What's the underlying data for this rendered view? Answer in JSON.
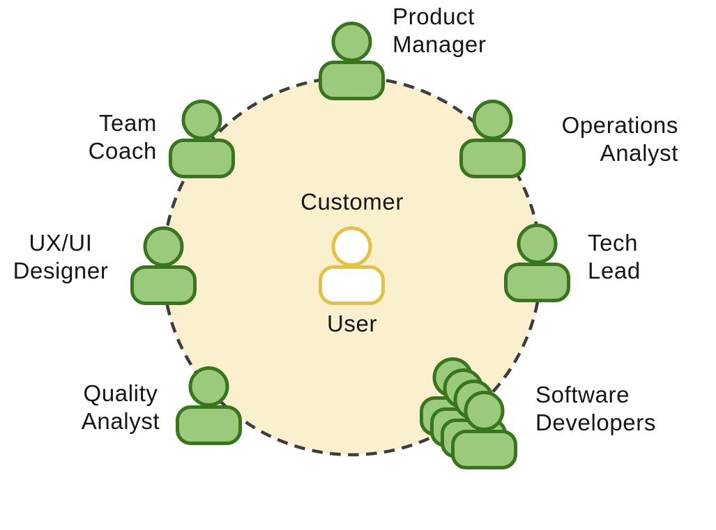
{
  "diagram_title": "team-roles-around-customer-circle",
  "colors": {
    "background": "#FFFFFF",
    "circle_fill": "#FBF0CE",
    "circle_dash": "#3D3D3D",
    "member_fill": "#9CCA7C",
    "member_stroke": "#38761D",
    "customer_fill": "#FFFFFF",
    "customer_stroke": "#E3C242",
    "label_text": "#151515"
  },
  "center": {
    "label_top": "Customer",
    "label_bottom": "User"
  },
  "roles": {
    "product_manager": {
      "line1": "Product",
      "line2": "Manager"
    },
    "operations_analyst": {
      "line1": "Operations",
      "line2": "Analyst"
    },
    "tech_lead": {
      "line1": "Tech",
      "line2": "Lead"
    },
    "software_developers": {
      "line1": "Software",
      "line2": "Developers",
      "member_count": 4
    },
    "quality_analyst": {
      "line1": "Quality",
      "line2": "Analyst"
    },
    "ux_ui_designer": {
      "line1": "UX/UI",
      "line2": "Designer"
    },
    "team_coach": {
      "line1": "Team",
      "line2": "Coach"
    }
  }
}
